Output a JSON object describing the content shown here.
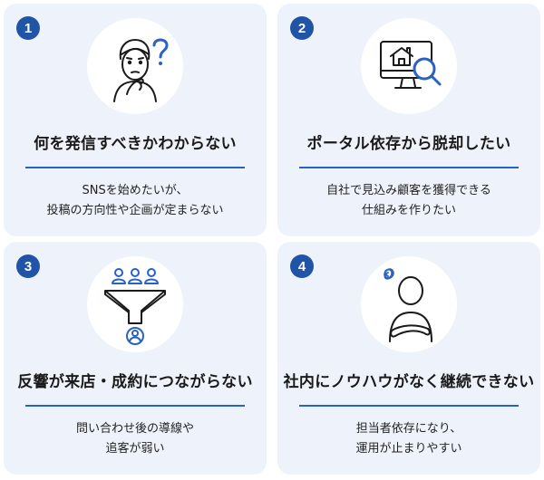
{
  "cards": [
    {
      "number": "1",
      "title": "何を発信すべきかわからない",
      "lines": [
        "SNSを始めたいが、",
        "投稿の方向性や企画が定まらない"
      ],
      "icon": "confused-person-icon"
    },
    {
      "number": "2",
      "title": "ポータル依存から脱却したい",
      "lines": [
        "自社で見込み顧客を獲得できる",
        "仕組みを作りたい"
      ],
      "icon": "house-search-monitor-icon"
    },
    {
      "number": "3",
      "title": "反響が来店・成約につながらない",
      "lines": [
        "問い合わせ後の導線や",
        "追客が弱い"
      ],
      "icon": "funnel-people-icon"
    },
    {
      "number": "4",
      "title": "社内にノウハウがなく継続できない",
      "lines": [
        "担当者依存になり、",
        "運用が止まりやすい"
      ],
      "icon": "worried-person-arms-crossed-icon"
    }
  ],
  "colors": {
    "accent": "#1f54a6",
    "card_bg": "#eef3fb",
    "rule": "#2a62c4"
  }
}
